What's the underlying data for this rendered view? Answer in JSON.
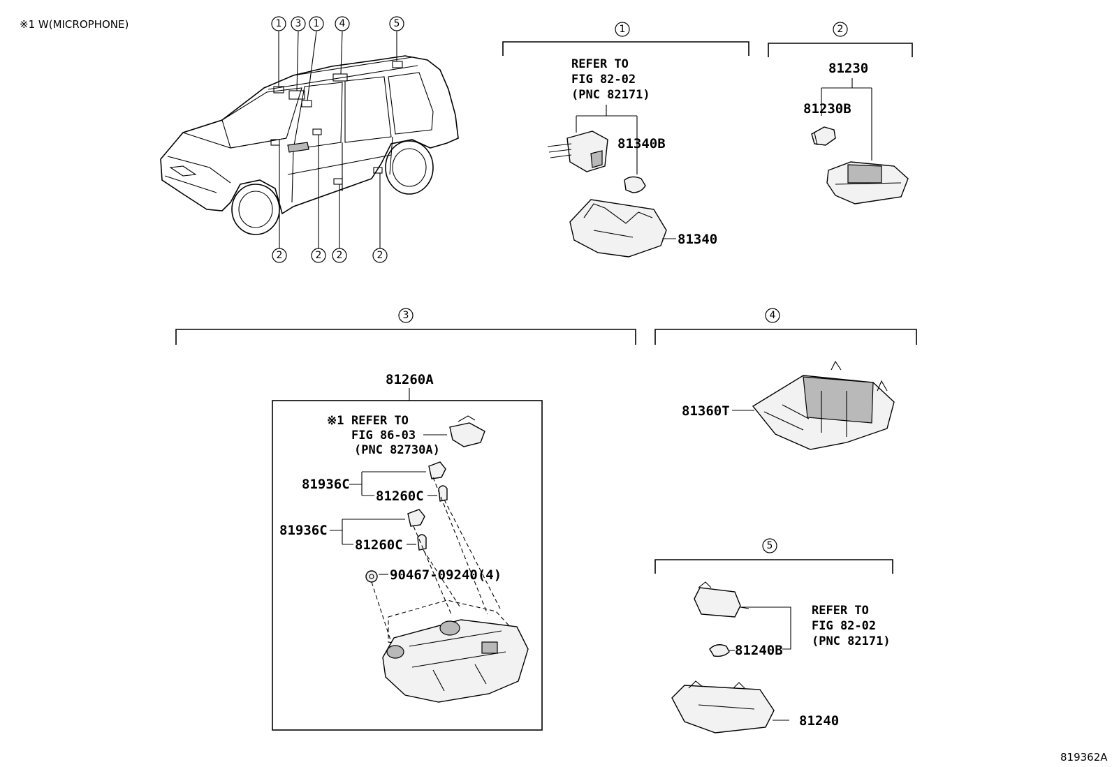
{
  "note": "※1 W(MICROPHONE)",
  "figure_id": "819362A",
  "callouts": {
    "c1": "1",
    "c2": "2",
    "c3": "3",
    "c4": "4",
    "c5": "5"
  },
  "parts": {
    "p81340B": "81340B",
    "p81340": "81340",
    "p81230": "81230",
    "p81230B": "81230B",
    "p81260A": "81260A",
    "p81936C": "81936C",
    "p81260C": "81260C",
    "p90467": "90467-09240(4)",
    "p81360T": "81360T",
    "p81240B": "81240B",
    "p81240": "81240"
  },
  "refs": {
    "sec1": {
      "l1": "REFER TO",
      "l2": "FIG 82-02",
      "l3": "(PNC 82171)"
    },
    "sec3": {
      "mark": "※1",
      "l1": "REFER TO",
      "l2": "FIG 86-03",
      "l3": "(PNC 82730A)"
    },
    "sec5": {
      "l1": "REFER TO",
      "l2": "FIG 82-02",
      "l3": "(PNC 82171)"
    }
  }
}
